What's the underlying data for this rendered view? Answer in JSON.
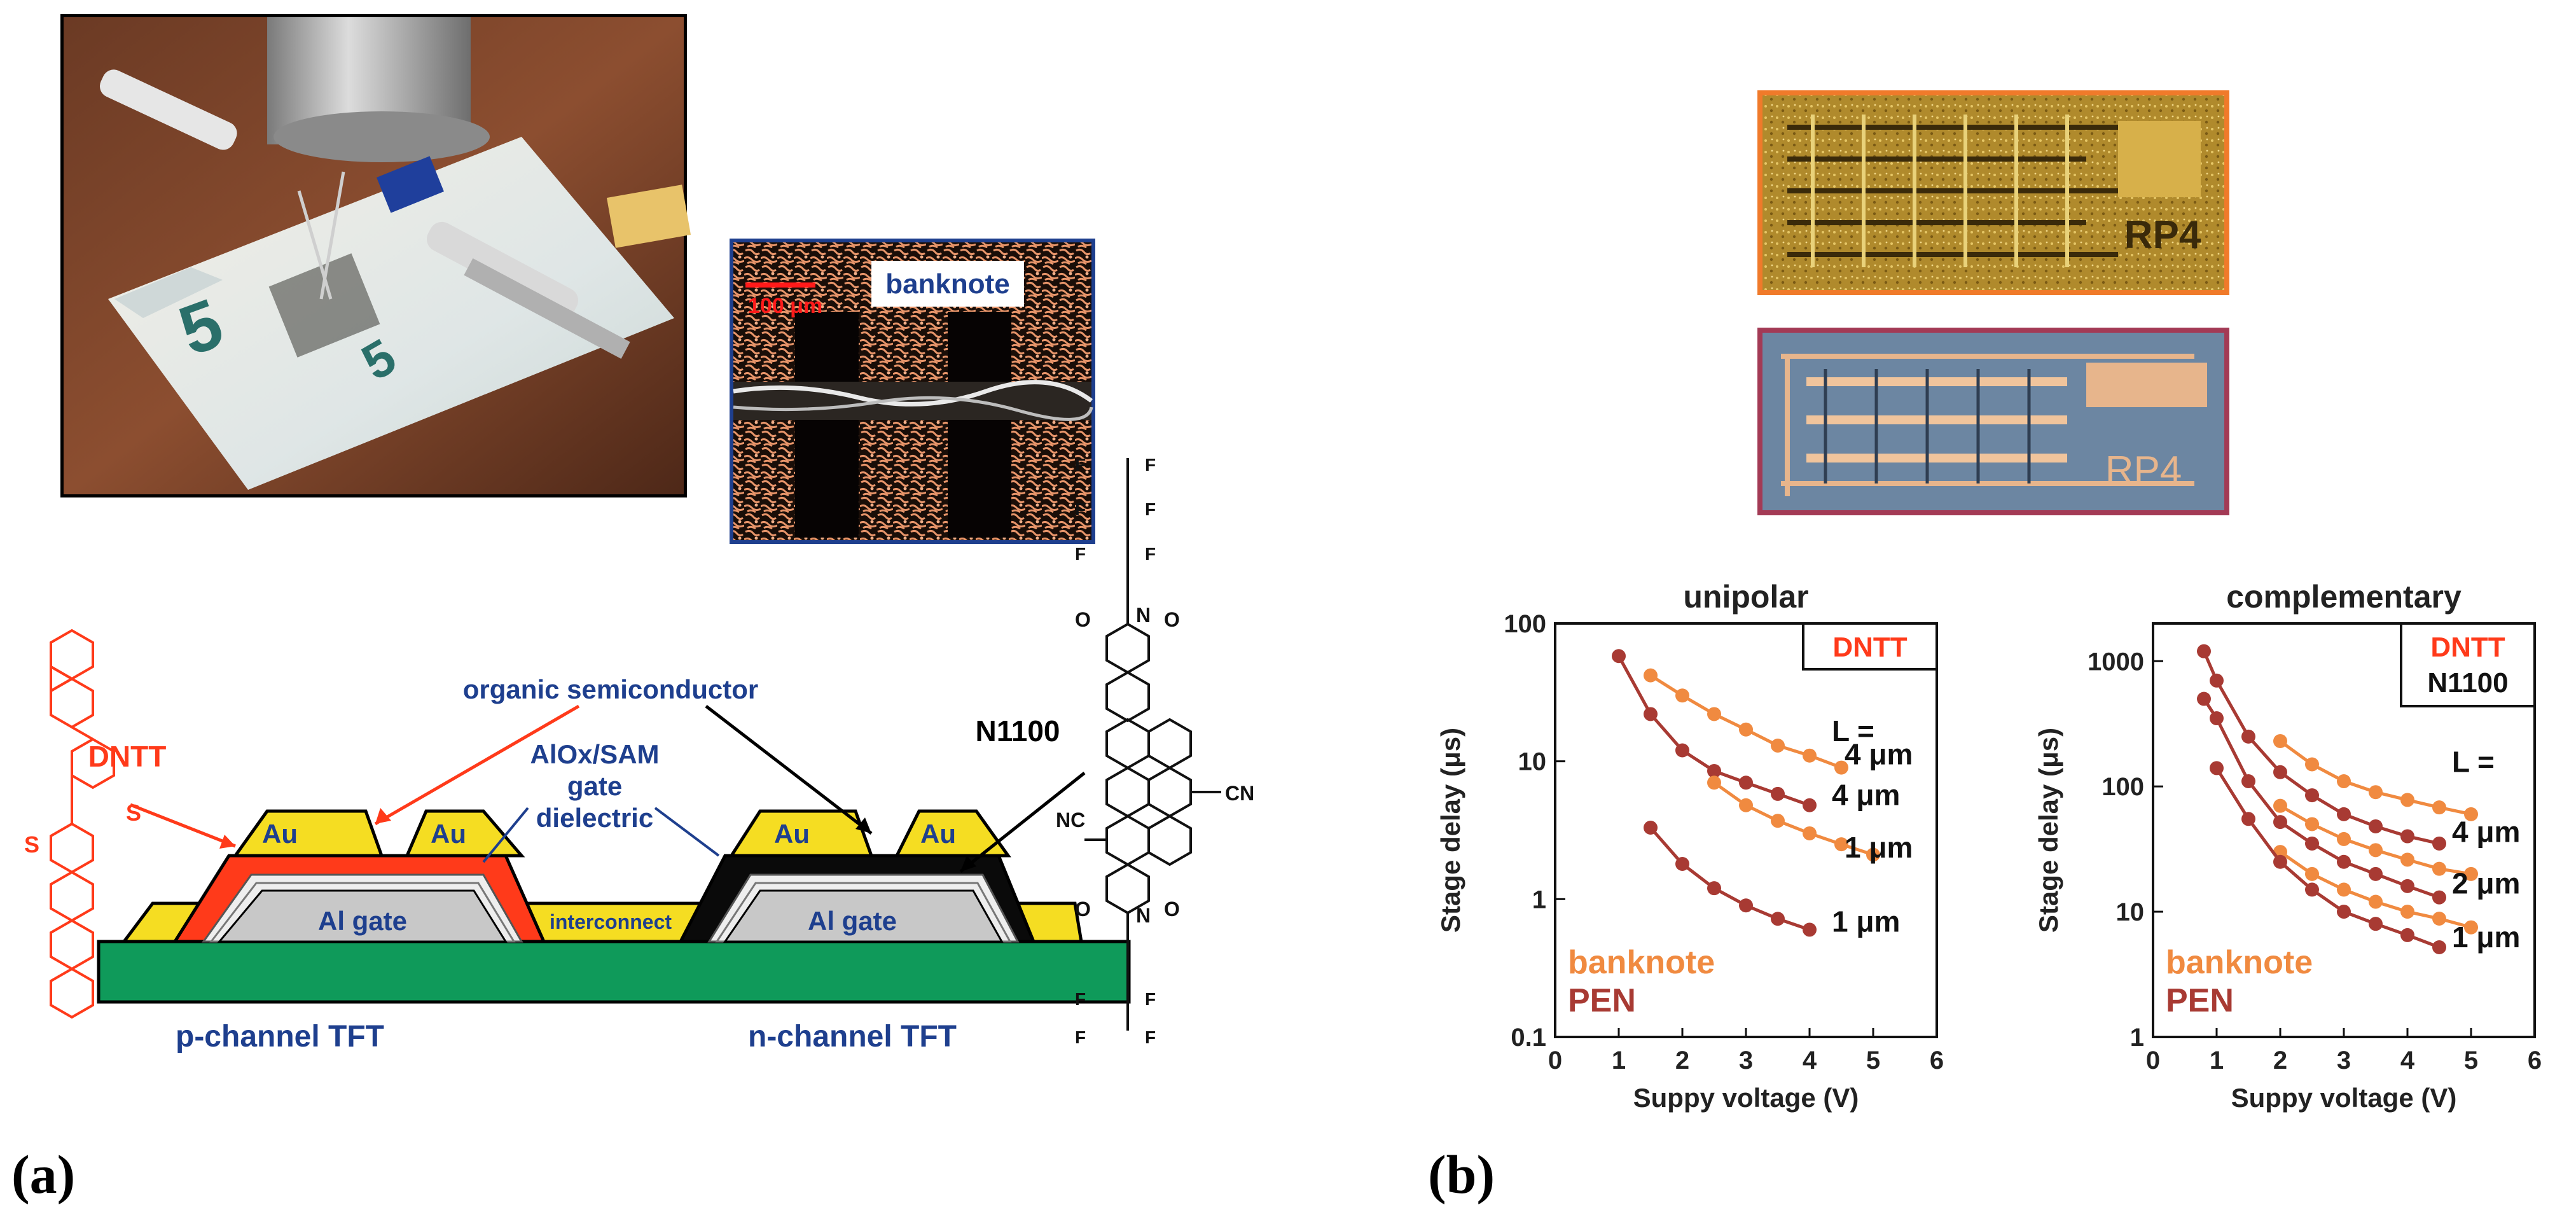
{
  "panel_a": {
    "label": "(a)",
    "micrograph": {
      "tag": "banknote",
      "scale_bar": "100 μm"
    },
    "cross_section": {
      "molecule_left": "DNTT",
      "molecule_right": "N1100",
      "semiconductor_label": "organic semiconductor",
      "dielectric_label": [
        "AlOx/SAM",
        "gate",
        "dielectric"
      ],
      "electrode": "Au",
      "gate": "Al gate",
      "interconnect": "interconnect",
      "p_channel": "p-channel TFT",
      "n_channel": "n-channel TFT",
      "cn": "CN",
      "nc": "NC",
      "f": "F",
      "n": "N",
      "o": "O",
      "s": "S"
    }
  },
  "panel_b": {
    "label": "(b)",
    "chip_top": "RP4",
    "chip_bottom": "RP4"
  },
  "chart_data": [
    {
      "type": "line",
      "title": "unipolar",
      "xlabel": "Suppy voltage (V)",
      "ylabel": "Stage delay (μs)",
      "yscale": "log",
      "xlim": [
        0,
        6
      ],
      "ylim": [
        0.1,
        100
      ],
      "x_ticks": [
        "0",
        "1",
        "2",
        "3",
        "4",
        "5",
        "6"
      ],
      "y_ticks": [
        "0.1",
        "1",
        "10",
        "100"
      ],
      "legend": [
        "DNTT"
      ],
      "legend_position": "top-right",
      "substrate_labels": [
        "banknote",
        "PEN"
      ],
      "L_label": "L =",
      "series": [
        {
          "substrate": "banknote",
          "label": "4 μm",
          "color": "#f08a40",
          "x": [
            1.5,
            2.0,
            2.5,
            3.0,
            3.5,
            4.0,
            4.5
          ],
          "y": [
            42,
            30,
            22,
            17,
            13,
            11,
            9
          ]
        },
        {
          "substrate": "PEN",
          "label": "4 μm",
          "color": "#a83a33",
          "x": [
            1.0,
            1.5,
            2.0,
            2.5,
            3.0,
            3.5,
            4.0
          ],
          "y": [
            58,
            22,
            12,
            8.5,
            7,
            5.8,
            4.8
          ]
        },
        {
          "substrate": "banknote",
          "label": "1 μm",
          "color": "#f08a40",
          "x": [
            2.5,
            3.0,
            3.5,
            4.0,
            4.5,
            5.0
          ],
          "y": [
            7,
            4.8,
            3.7,
            3.0,
            2.5,
            2.1
          ]
        },
        {
          "substrate": "PEN",
          "label": "1 μm",
          "color": "#a83a33",
          "x": [
            1.5,
            2.0,
            2.5,
            3.0,
            3.5,
            4.0
          ],
          "y": [
            3.3,
            1.8,
            1.2,
            0.9,
            0.72,
            0.6
          ]
        }
      ]
    },
    {
      "type": "line",
      "title": "complementary",
      "xlabel": "Suppy voltage (V)",
      "ylabel": "Stage delay  (μs)",
      "yscale": "log",
      "xlim": [
        0,
        6
      ],
      "ylim": [
        1,
        2000
      ],
      "x_ticks": [
        "0",
        "1",
        "2",
        "3",
        "4",
        "5",
        "6"
      ],
      "y_ticks": [
        "1",
        "10",
        "100",
        "1000"
      ],
      "legend": [
        "DNTT",
        "N1100"
      ],
      "legend_position": "top-right",
      "substrate_labels": [
        "banknote",
        "PEN"
      ],
      "L_label": "L =",
      "series": [
        {
          "substrate": "banknote",
          "label": "4 μm",
          "color": "#f08a40",
          "x": [
            2.0,
            2.5,
            3.0,
            3.5,
            4.0,
            4.5,
            5.0
          ],
          "y": [
            230,
            150,
            110,
            90,
            78,
            68,
            60
          ]
        },
        {
          "substrate": "PEN",
          "label": "4 μm",
          "color": "#a83a33",
          "x": [
            0.8,
            1.0,
            1.5,
            2.0,
            2.5,
            3.0,
            3.5,
            4.0,
            4.5
          ],
          "y": [
            1200,
            700,
            250,
            130,
            85,
            60,
            48,
            40,
            35
          ]
        },
        {
          "substrate": "banknote",
          "label": "2 μm",
          "color": "#f08a40",
          "x": [
            2.0,
            2.5,
            3.0,
            3.5,
            4.0,
            4.5,
            5.0
          ],
          "y": [
            70,
            50,
            38,
            31,
            26,
            22,
            20
          ]
        },
        {
          "substrate": "PEN",
          "label": "2 μm",
          "color": "#a83a33",
          "x": [
            0.8,
            1.0,
            1.5,
            2.0,
            2.5,
            3.0,
            3.5,
            4.0,
            4.5
          ],
          "y": [
            500,
            350,
            110,
            52,
            35,
            25,
            20,
            16,
            13
          ]
        },
        {
          "substrate": "banknote",
          "label": "1 μm",
          "color": "#f08a40",
          "x": [
            2.0,
            2.5,
            3.0,
            3.5,
            4.0,
            4.5,
            5.0
          ],
          "y": [
            30,
            20,
            15,
            12,
            10,
            8.8,
            7.5
          ]
        },
        {
          "substrate": "PEN",
          "label": "1 μm",
          "color": "#a83a33",
          "x": [
            1.0,
            1.5,
            2.0,
            2.5,
            3.0,
            3.5,
            4.0,
            4.5
          ],
          "y": [
            140,
            55,
            25,
            15,
            10,
            8,
            6.5,
            5.2
          ]
        }
      ]
    }
  ]
}
